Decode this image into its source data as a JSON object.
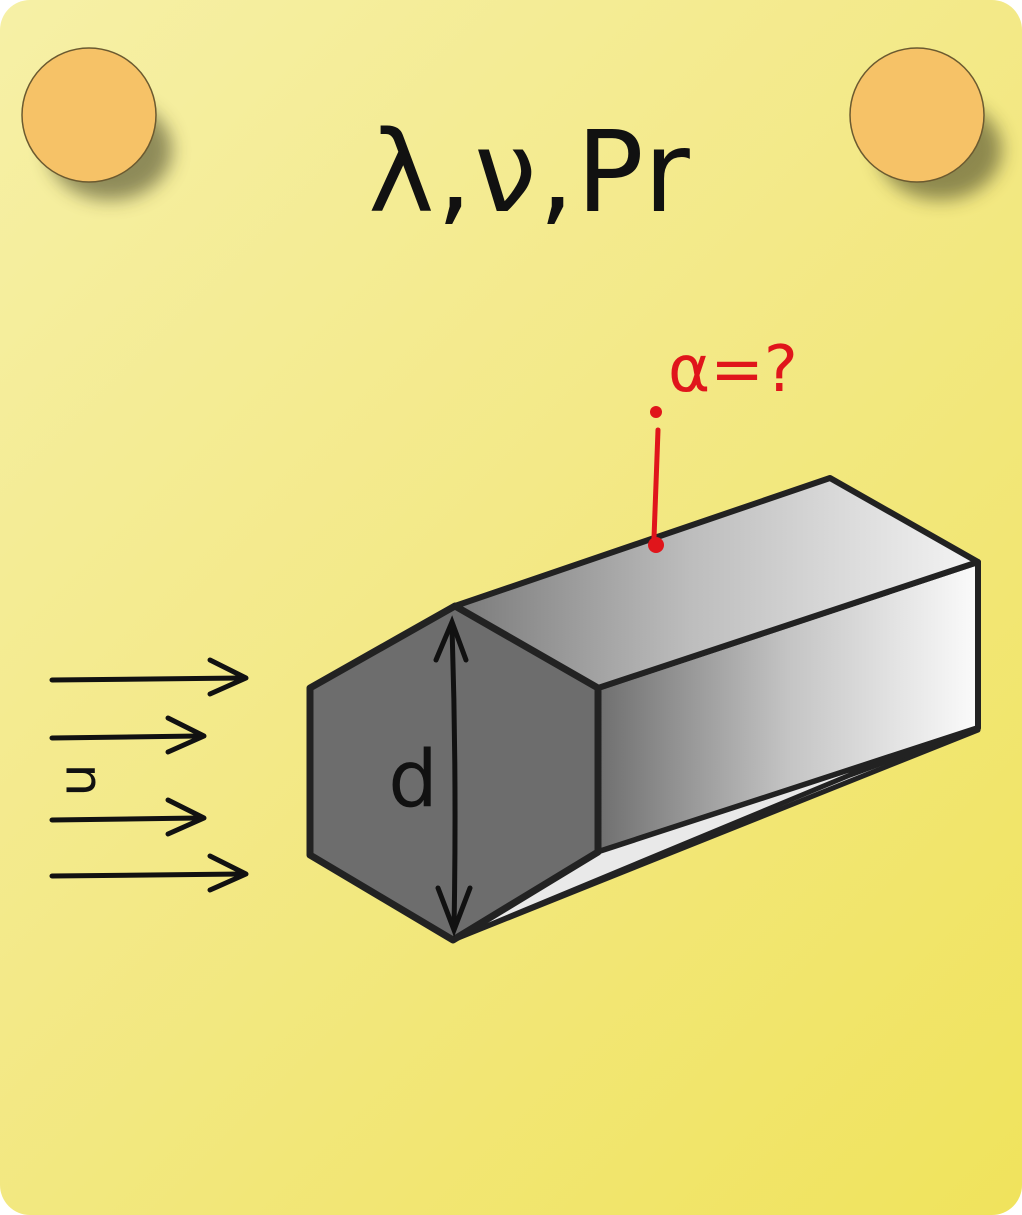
{
  "header": {
    "properties": "λ,ν,Pr"
  },
  "unknown": {
    "label": "α=?"
  },
  "dimension": {
    "label": "d"
  },
  "flow": {
    "label": "u"
  },
  "colors": {
    "background_light": "#f6f0a6",
    "background_dark": "#f0e35c",
    "pin": "#f6c267",
    "front_face": "#6d6d6d",
    "annotation_red": "#e0151b",
    "ink": "#111111"
  },
  "icons": [
    "pin-icon",
    "flow-arrow-icon",
    "dimension-arrow-icon"
  ]
}
